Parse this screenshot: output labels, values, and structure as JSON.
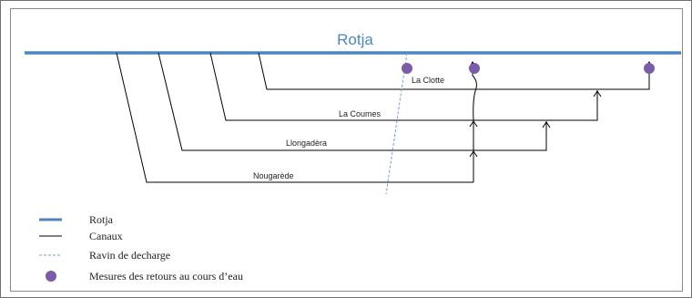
{
  "diagram": {
    "river_title": "Rotja",
    "canals": {
      "la_clotte": "La Clotte",
      "la_coumes": "La Coumes",
      "llongadera": "Llongadèra",
      "nougarede": "Nougarède"
    }
  },
  "legend": {
    "items": [
      {
        "label": "Rotja",
        "color": "#4b86c0"
      },
      {
        "label": "Canaux",
        "color": "#000000"
      },
      {
        "label": "Ravin de decharge",
        "color": "#6ea0d8"
      },
      {
        "label": "Mesures des retours au cours d’eau",
        "color": "#7a5ca8"
      }
    ]
  }
}
